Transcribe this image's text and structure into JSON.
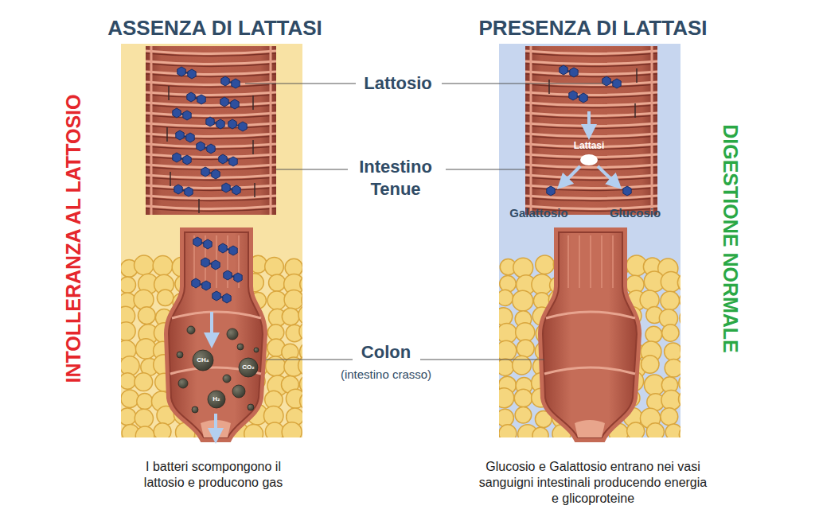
{
  "diagram": {
    "labels": [
      "ASSENZA DI LATTASI",
      "PRESENZA DI LATTASI",
      "INTOLLERANZA AL LATTOSIO",
      "DIGESTIONE NORMALE",
      "Lattosio",
      "Intestino Tenue",
      "Lattasi",
      "Galattosio",
      "Glucosio",
      "Colon",
      "(intestino crasso)",
      "CH₄",
      "CO₂",
      "H₂",
      "I batteri scompongono il lattosio e producono gas",
      "Glucosio e Galattosio entrano nei vasi sanguigni intestinali producendo energia e glicoproteine"
    ]
  }
}
